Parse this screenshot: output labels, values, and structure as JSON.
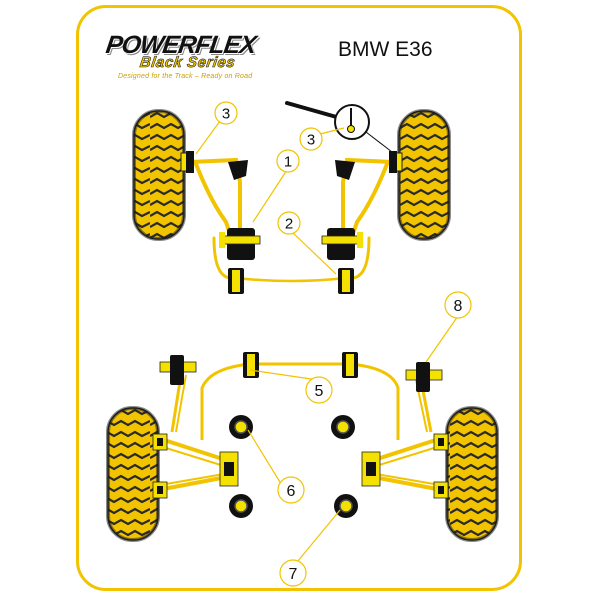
{
  "brand": {
    "name": "POWERFLEX",
    "series": "Black Series",
    "tagline": "Designed for the Track – Ready on Road"
  },
  "title": "BMW E36",
  "colors": {
    "frame": "#f2c400",
    "bush_yellow": "#f5e100",
    "bush_black": "#1a1a1a",
    "tyre_yellow": "#f2c400",
    "tyre_dark": "#222222",
    "line": "#f2c400"
  },
  "callouts": [
    {
      "id": "1",
      "text": "1"
    },
    {
      "id": "2",
      "text": "2"
    },
    {
      "id": "3a",
      "text": "3"
    },
    {
      "id": "3b",
      "text": "3"
    },
    {
      "id": "5",
      "text": "5"
    },
    {
      "id": "6",
      "text": "6"
    },
    {
      "id": "7",
      "text": "7"
    },
    {
      "id": "8",
      "text": "8"
    }
  ]
}
